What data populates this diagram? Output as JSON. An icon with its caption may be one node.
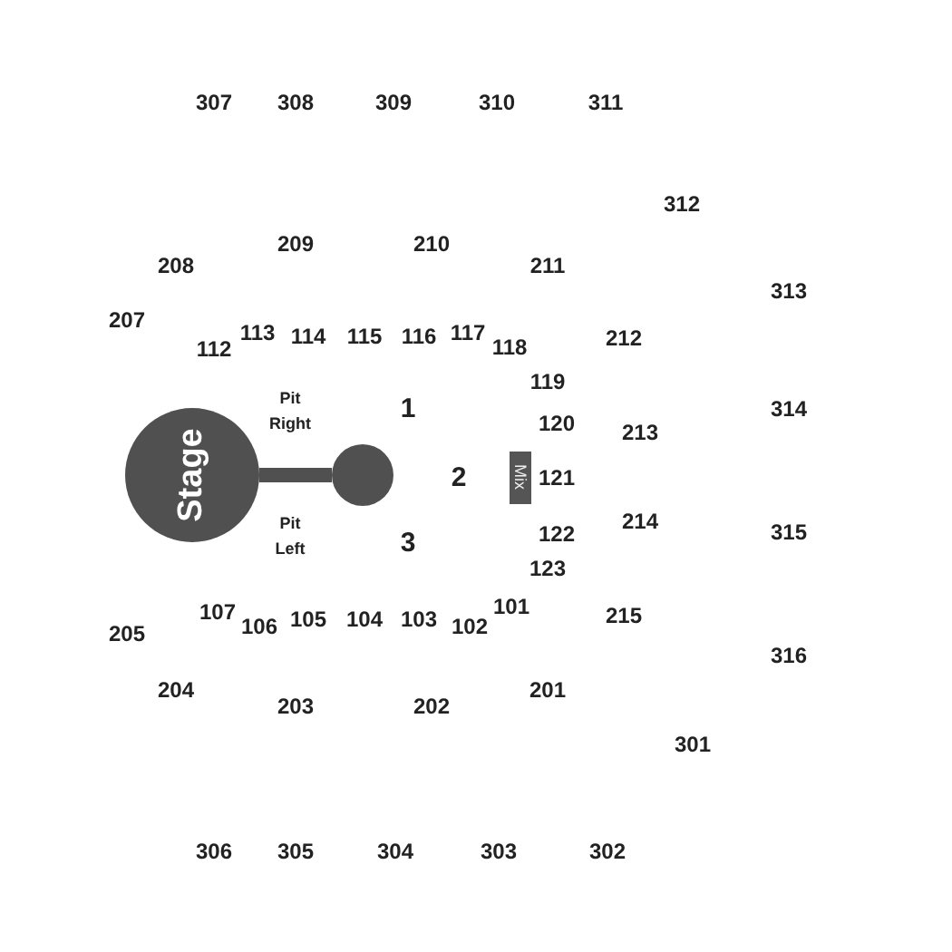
{
  "diagram": {
    "nodes": [
      {
        "text": [
          "Stage"
        ]
      },
      {
        "text": [],
        "shape": "circle"
      },
      {
        "text": [
          "Mix"
        ]
      }
    ],
    "edges": [
      {
        "from": 0,
        "to": 1,
        "arrow": "none"
      }
    ],
    "labels": [
      "307",
      "308",
      "309",
      "310",
      "311",
      "312",
      "209",
      "210",
      "208",
      "211",
      "313",
      "207",
      "112",
      "113",
      "114",
      "115",
      "116",
      "117",
      "118",
      "212",
      "119",
      "Pit Right",
      "1",
      "120",
      "213",
      "314",
      "2",
      "121",
      "Pit Left",
      "3",
      "122",
      "214",
      "315",
      "123",
      "205",
      "107",
      "106",
      "105",
      "104",
      "103",
      "102",
      "101",
      "215",
      "316",
      "204",
      "201",
      "203",
      "202",
      "301",
      "306",
      "305",
      "304",
      "303",
      "302"
    ]
  }
}
